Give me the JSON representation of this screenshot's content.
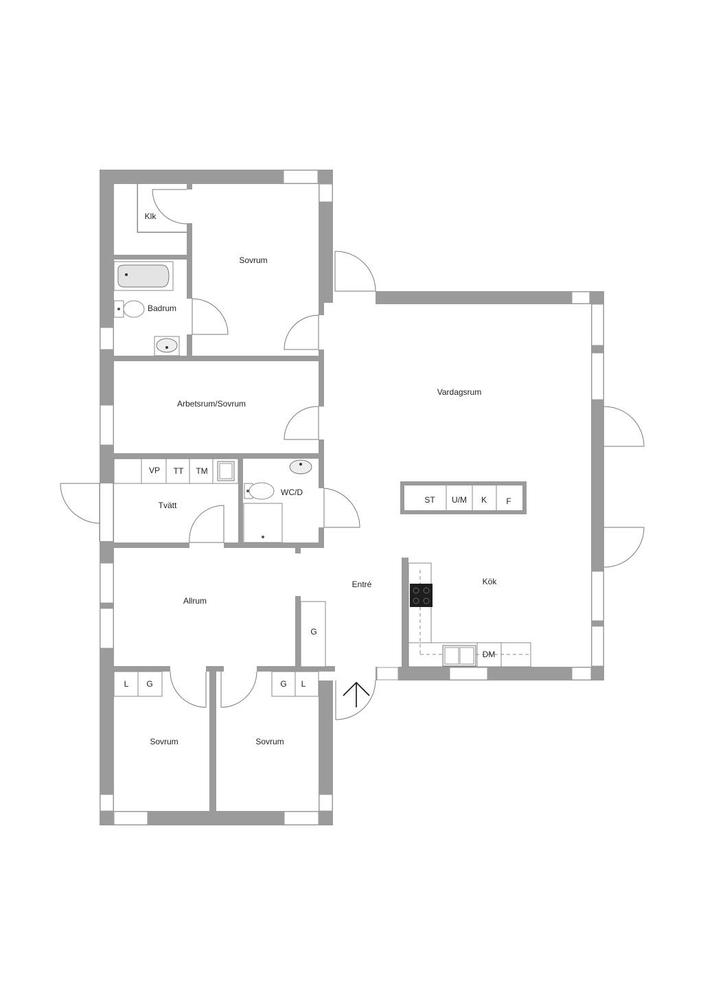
{
  "rooms": {
    "klk": "Klk",
    "sovrum_top": "Sovrum",
    "badrum": "Badrum",
    "arbetsrum": "Arbetsrum/Sovrum",
    "vardagsrum": "Vardagsrum",
    "tvatt": "Tvätt",
    "wcd": "WC/D",
    "allrum": "Allrum",
    "entre": "Entré",
    "kok": "Kök",
    "sovrum_left": "Sovrum",
    "sovrum_right": "Sovrum"
  },
  "fixtures": {
    "vp": "VP",
    "tt": "TT",
    "tm": "TM",
    "st": "ST",
    "um": "U/M",
    "k": "K",
    "f": "F",
    "g_hall": "G",
    "dm": "DM",
    "l_left": "L",
    "g_left": "G",
    "g_right": "G",
    "l_right": "L"
  },
  "colors": {
    "wall": "#9b9b9b",
    "line": "#8a8a8a",
    "stove": "#1e1e1e"
  }
}
